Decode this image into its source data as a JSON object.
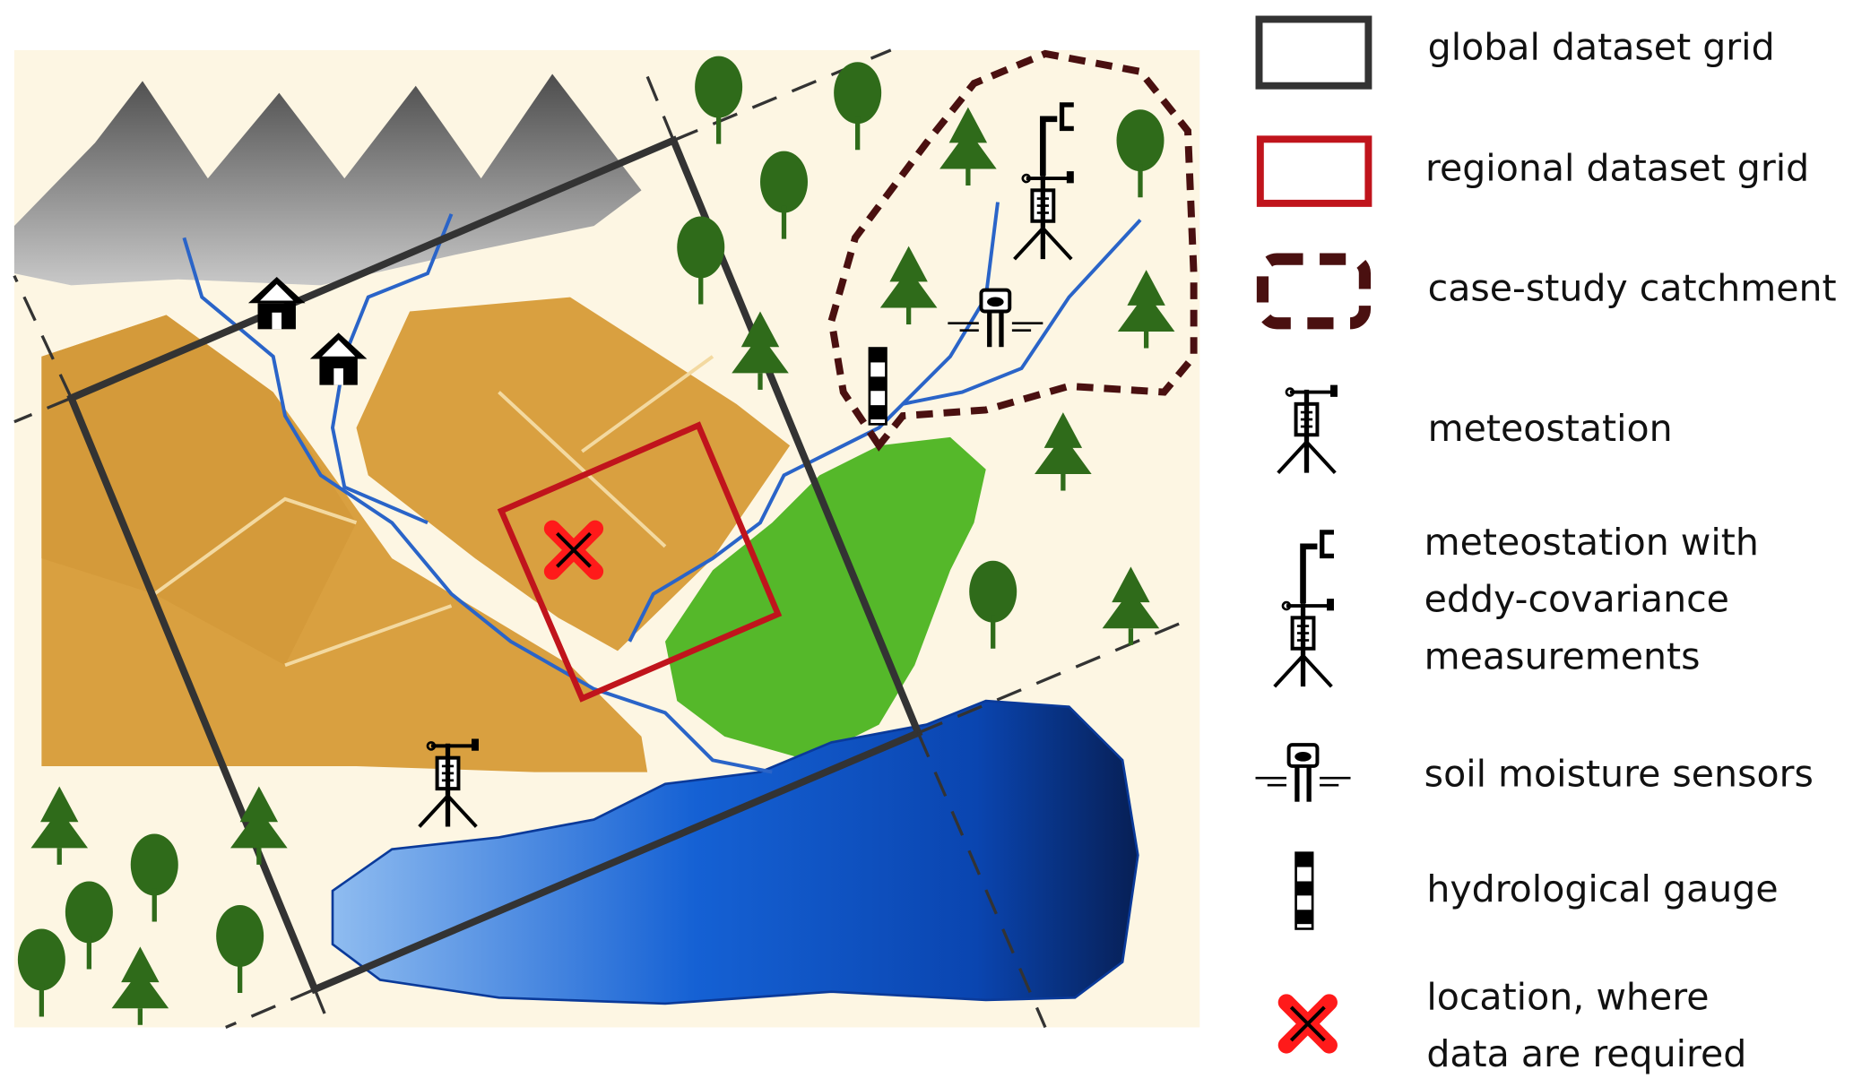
{
  "legend": {
    "items": [
      {
        "id": "global",
        "label": "global dataset grid",
        "color": "#333333"
      },
      {
        "id": "regional",
        "label": "regional dataset grid",
        "color": "#c0141c"
      },
      {
        "id": "catchment",
        "label": "case-study catchment",
        "color": "#4a1010"
      },
      {
        "id": "meteo",
        "label": "meteostation"
      },
      {
        "id": "eddy",
        "lines": [
          "meteostation with",
          "eddy-covariance",
          "measurements"
        ]
      },
      {
        "id": "soil",
        "label": "soil moisture sensors"
      },
      {
        "id": "gauge",
        "label": "hydrological gauge"
      },
      {
        "id": "location",
        "lines": [
          "location, where",
          "data are required"
        ],
        "color": "#ff1a1a"
      }
    ]
  },
  "colors": {
    "background": "#fdf6e3",
    "field": "#d9a040",
    "meadow": "#55b82a",
    "tree": "#2f6b1a",
    "lake": "#0b57c9",
    "river": "#2a64c8",
    "mountain": "#6b6b6b"
  }
}
